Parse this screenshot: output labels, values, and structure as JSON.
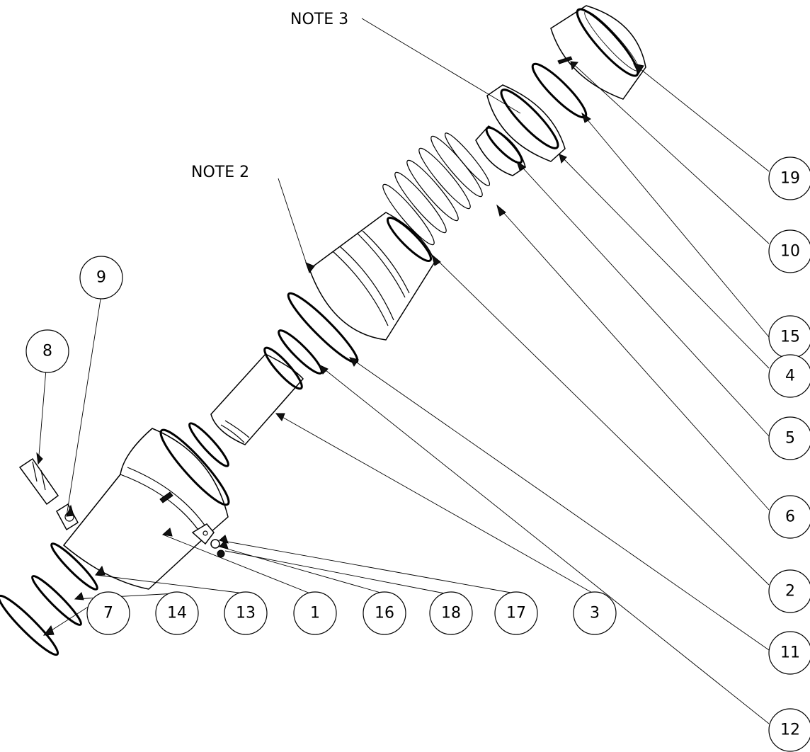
{
  "notes": [
    {
      "id": "note-3",
      "label": "NOTE 3"
    },
    {
      "id": "note-2",
      "label": "NOTE 2"
    }
  ],
  "balloons": [
    "19",
    "10",
    "15",
    "4",
    "5",
    "6",
    "2",
    "11",
    "12",
    "9",
    "8",
    "7",
    "14",
    "13",
    "1",
    "16",
    "18",
    "17",
    "3"
  ],
  "colors": {
    "ink": "#000000",
    "paper": "#ffffff"
  }
}
